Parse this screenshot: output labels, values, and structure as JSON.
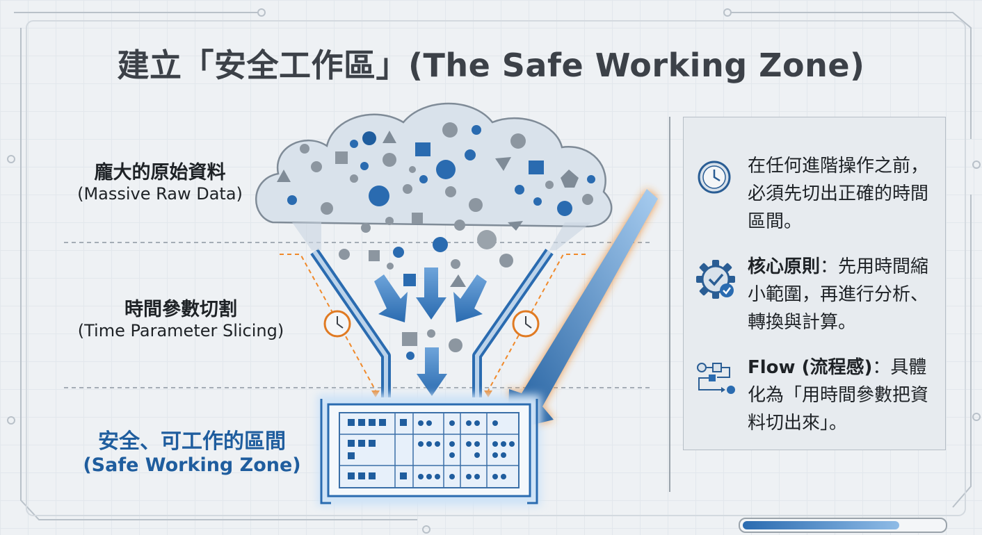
{
  "title": "建立「安全工作區」(The Safe Working Zone)",
  "left_labels": {
    "raw_data": {
      "zh": "龐大的原始資料",
      "en": "(Massive Raw Data)"
    },
    "slicing": {
      "zh": "時間參數切割",
      "en": "(Time Parameter Slicing)"
    },
    "safe_zone": {
      "zh": "安全、可工作的區間",
      "en": "(Safe Working Zone)"
    }
  },
  "panel": {
    "items": [
      {
        "icon": "clock-icon",
        "bold": "",
        "text": "在任何進階操作之前，必須先切出正確的時間區間。"
      },
      {
        "icon": "gear-check-icon",
        "bold": "核心原則",
        "text": "：先用時間縮小範圍，再進行分析、轉換與計算。"
      },
      {
        "icon": "flow-icon",
        "bold": "Flow (流程感)",
        "text": "：具體化為「用時間參數把資料切出來」。"
      }
    ]
  },
  "progress": {
    "value": 0.78
  },
  "colors": {
    "accent": "#2a6bb0",
    "orange": "#f0892a",
    "title": "#3c4148",
    "zone_text": "#1f5d9e"
  }
}
